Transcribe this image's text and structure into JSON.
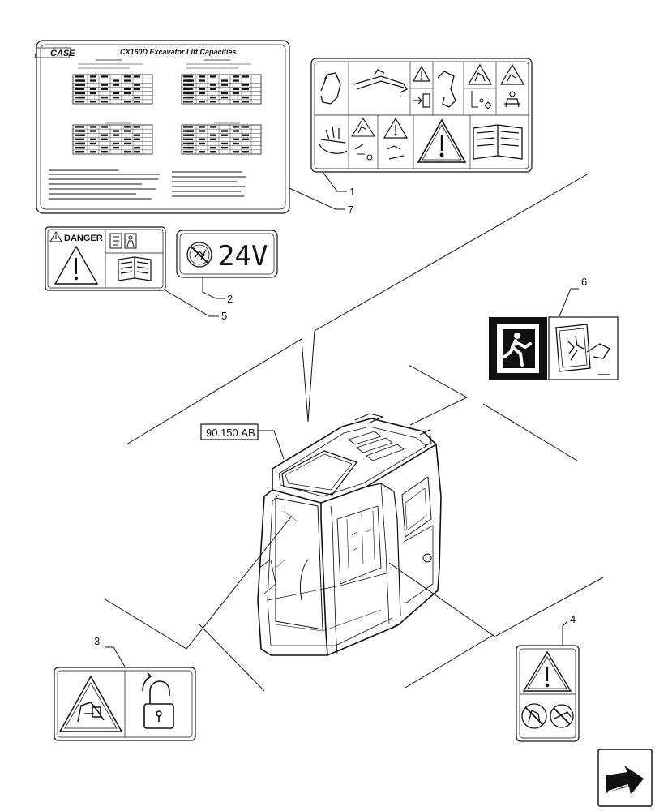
{
  "decal_7": {
    "brand": "CASE",
    "title": "CX160D Excavator Lift Capacities"
  },
  "decal_5": {
    "header": "DANGER"
  },
  "decal_2": {
    "voltage": "24V"
  },
  "cab": {
    "reference": "90.150.AB"
  },
  "callouts": [
    "1",
    "2",
    "3",
    "4",
    "5",
    "6",
    "7"
  ],
  "icons": {
    "decal_1": [
      "boom-arm-icon",
      "stick-arm-icon",
      "warning-triangle-icon",
      "exit-arrow-icon",
      "bucket-arm-icon",
      "crush-hazard-icon",
      "operator-seat-icon",
      "control-panel-icon",
      "person-warning-icon",
      "general-warning-icon",
      "manual-book-icon"
    ],
    "decal_5": [
      "warning-triangle-icon",
      "controls-icon",
      "person-icon",
      "manual-book-icon"
    ],
    "decal_2": [
      "no-welding-icon"
    ],
    "decal_6": [
      "emergency-exit-icon",
      "break-glass-icon"
    ],
    "decal_3": [
      "crush-hazard-icon",
      "lock-icon"
    ],
    "decal_4": [
      "warning-triangle-icon",
      "no-jump-icon",
      "no-hand-icon"
    ],
    "nav": [
      "next-page-arrow-icon"
    ]
  }
}
